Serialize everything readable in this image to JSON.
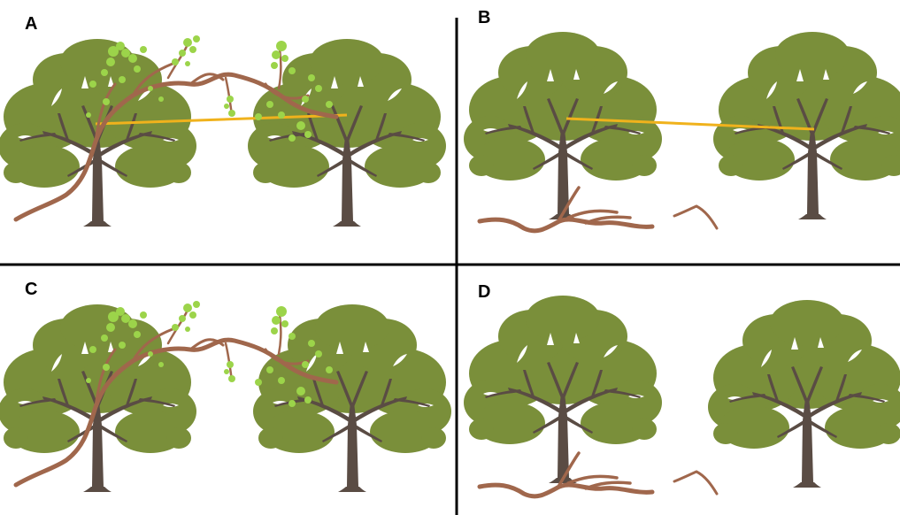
{
  "panels": [
    {
      "label": "A",
      "liana": true,
      "cable": true
    },
    {
      "label": "B",
      "liana": false,
      "cable": true
    },
    {
      "label": "C",
      "liana": true,
      "cable": false
    },
    {
      "label": "D",
      "liana": false,
      "cable": false
    }
  ],
  "colors": {
    "foliage": "#7a8f3a",
    "foliage_light": "#86993f",
    "trunk": "#5a4c44",
    "liana": "#a0674c",
    "liana_leaves": "#9cd44a",
    "cable": "#f0b21c",
    "divider": "#000000"
  }
}
